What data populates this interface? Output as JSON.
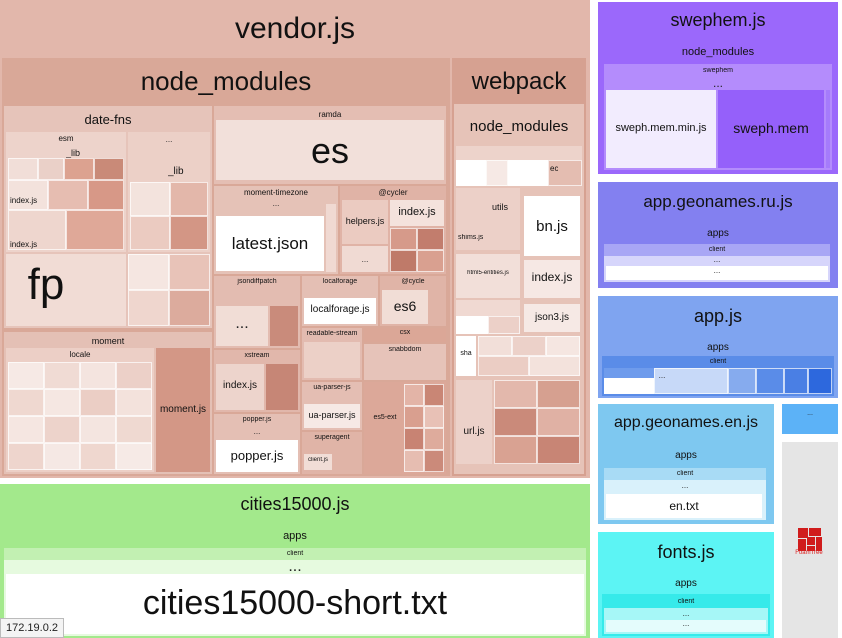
{
  "vendor": {
    "title": "vendor.js",
    "node_modules": "node_modules",
    "date_fns": "date-fns",
    "esm": "esm",
    "lib": "_lib",
    "lib2": "_lib",
    "index_js": "index.js",
    "index_js2": "index.js",
    "fp": "fp",
    "moment": "moment",
    "locale": "locale",
    "moment_js": "moment.js",
    "ramda": "ramda",
    "es": "es",
    "moment_timezone": "moment-timezone",
    "latest_json": "latest.json",
    "cycler": "@cycler",
    "helpers_js": "helpers.js",
    "cycler_index": "index.js",
    "jsondiffpatch": "jsondiffpatch",
    "localforage": "localforage",
    "localforage_js": "localforage.js",
    "cycle": "@cycle",
    "es6": "es6",
    "readable_stream": "readable-stream",
    "csx": "csx",
    "snabbdom": "snabbdom",
    "xstream": "xstream",
    "xstream_index": "index.js",
    "ua_parser_js": "ua-parser-js",
    "ua_parser_file": "ua-parser.js",
    "es5_ext": "es5-ext",
    "popper": "popper.js",
    "popper_file": "popper.js",
    "superagent": "superagent",
    "client_js": "client.js",
    "dots": "..."
  },
  "webpack": {
    "title": "webpack",
    "node_modules": "node_modules",
    "utils": "utils",
    "shims_js": "shims.js",
    "bn_js": "bn.js",
    "ec": "ec",
    "html5_entities": "html5-entities.js",
    "index_js": "index.js",
    "json3_js": "json3.js",
    "sha": "sha",
    "url_js": "url.js"
  },
  "cities": {
    "title": "cities15000.js",
    "apps": "apps",
    "client": "client",
    "file": "cities15000-short.txt",
    "dots": "..."
  },
  "swephem": {
    "title": "swephem.js",
    "node_modules": "node_modules",
    "swephem": "swephem",
    "mem_min": "sweph.mem.min.js",
    "mem": "sweph.mem",
    "dots": "..."
  },
  "geo_ru": {
    "title": "app.geonames.ru.js",
    "apps": "apps",
    "client": "client",
    "dots": "..."
  },
  "app": {
    "title": "app.js",
    "apps": "apps",
    "client": "client",
    "dots": "..."
  },
  "geo_en": {
    "title": "app.geonames.en.js",
    "apps": "apps",
    "client": "client",
    "file": "en.txt",
    "dots": "..."
  },
  "fonts": {
    "title": "fonts.js",
    "apps": "apps",
    "client": "client",
    "dots": "..."
  },
  "small_blue": {
    "label": "..."
  },
  "foamtree": {
    "logo_text": "FoamTree"
  },
  "status": {
    "ip": "172.19.0.2"
  },
  "colors": {
    "vendor": "#e2b7ab",
    "vendor_dark": "#d6a191",
    "cities": "#a3e98c",
    "swephem": "#9b68fb",
    "geo_ru": "#8380f0",
    "app": "#7fa4f0",
    "geo_en": "#7ec8f0",
    "fonts": "#5cf4f4"
  }
}
